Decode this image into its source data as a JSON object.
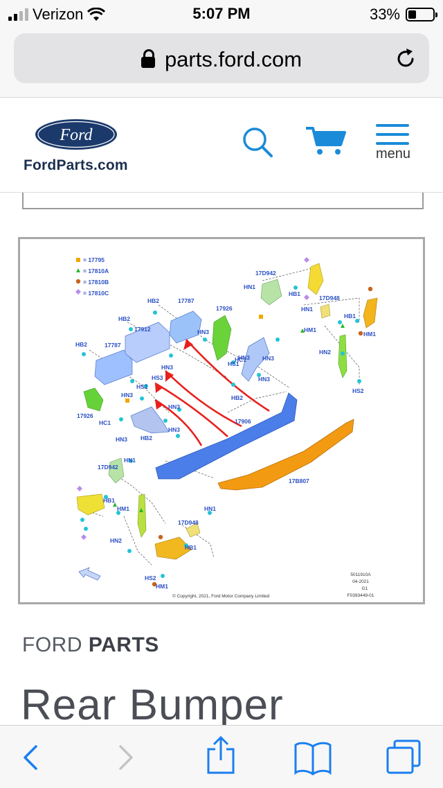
{
  "status": {
    "carrier": "Verizon",
    "time": "5:07 PM",
    "battery": "33%",
    "battery_fraction": 0.33
  },
  "browser": {
    "url": "parts.ford.com"
  },
  "header": {
    "logo_text": "Ford",
    "brand": "FordParts.com",
    "menu_label": "menu"
  },
  "diagram": {
    "legend": [
      "= 17795",
      "= 17810A",
      "= 17810B",
      "= 17810C"
    ],
    "labels": [
      "HB2",
      "17787",
      "17926",
      "17D942",
      "HN1",
      "HB1",
      "17D948",
      "HN1",
      "HB1",
      "HM1",
      "HM1",
      "HB2",
      "17912",
      "HN3",
      "HN3",
      "HB2",
      "17787",
      "HN3",
      "HC1",
      "HS1",
      "HN2",
      "HN3",
      "HS3",
      "HN3",
      "HB2",
      "HS2",
      "HN3",
      "HS1",
      "17926",
      "HN3",
      "HC1",
      "HN3",
      "HB2",
      "HN3",
      "17906",
      "17D942",
      "HN1",
      "HB1",
      "HM1",
      "17B807",
      "HN1",
      "HN2",
      "17D948",
      "HB1",
      "HS2",
      "HM1"
    ],
    "code_lines": [
      "5011910A",
      "04-2021",
      "G1",
      "F0393449-01"
    ],
    "copyright": "© Copyright, 2021, Ford Motor Company Limited"
  },
  "section": {
    "prefix": "FORD",
    "bold": "PARTS"
  },
  "page_title": "Rear Bumper",
  "colors": {
    "ford_blue": "#1b3a6b",
    "accent_blue": "#1a8bd8",
    "ios_blue": "#1a7ff0",
    "label_blue": "#2a4fc4",
    "arrow_red": "#e8201c"
  }
}
